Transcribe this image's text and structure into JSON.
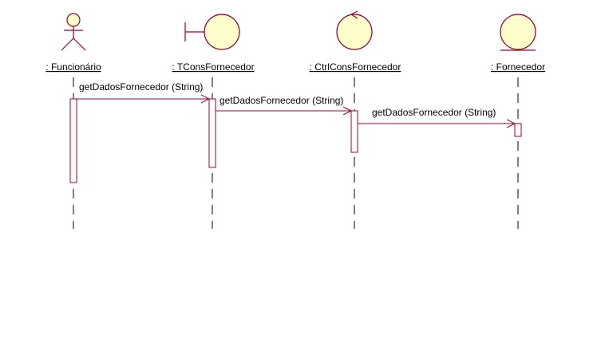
{
  "colors": {
    "line": "#990033",
    "fill": "#ffffcc",
    "text": "#000000",
    "lifeline": "#000000"
  },
  "lifelines": [
    {
      "kind": "actor",
      "icon": "actor-icon",
      "label": ": Funcionário"
    },
    {
      "kind": "boundary",
      "icon": "boundary-icon",
      "label": ": TConsFornecedor"
    },
    {
      "kind": "control",
      "icon": "control-icon",
      "label": ": CtrlConsFornecedor"
    },
    {
      "kind": "entity",
      "icon": "entity-icon",
      "label": ": Fornecedor"
    }
  ],
  "messages": [
    {
      "from": 0,
      "to": 1,
      "label": "getDadosFornecedor (String)"
    },
    {
      "from": 1,
      "to": 2,
      "label": "getDadosFornecedor (String)"
    },
    {
      "from": 2,
      "to": 3,
      "label": "getDadosFornecedor (String)"
    }
  ]
}
